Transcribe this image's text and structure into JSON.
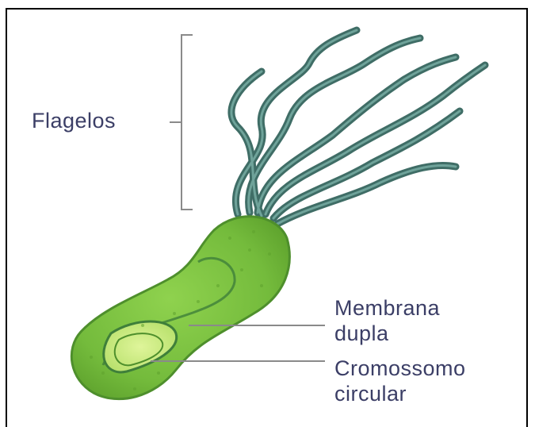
{
  "labels": {
    "flagelos": "Flagelos",
    "membrana_line1": "Membrana",
    "membrana_line2": "dupla",
    "cromossomo_line1": "Cromossomo",
    "cromossomo_line2": "circular"
  },
  "colors": {
    "text": "#3b3e66",
    "flagella": "#4f7f78",
    "body": "#7cc142",
    "body_outline": "#4e8f2c",
    "inner": "#c6ea7e",
    "leader": "#8a8a8a",
    "frame": "#000000"
  }
}
